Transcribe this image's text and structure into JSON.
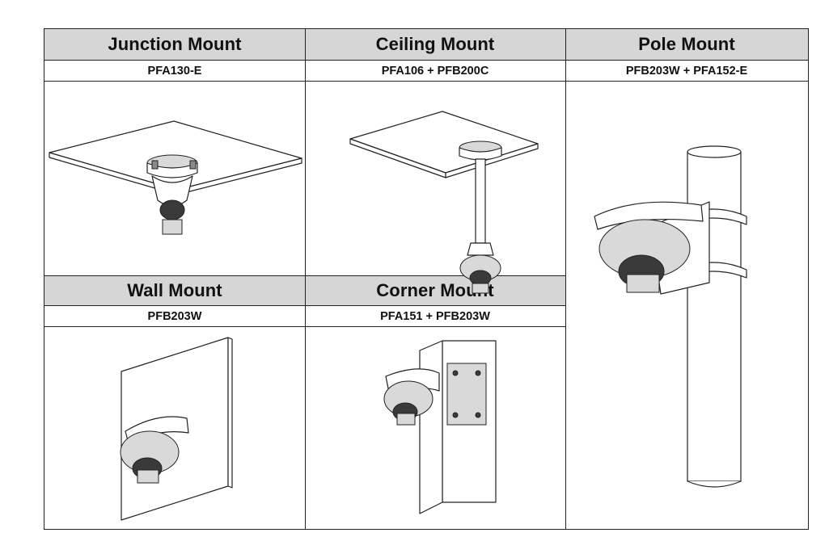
{
  "mounts": {
    "junction": {
      "title": "Junction Mount",
      "model": "PFA130-E"
    },
    "ceiling": {
      "title": "Ceiling Mount",
      "model": "PFA106 + PFB200C"
    },
    "pole": {
      "title": "Pole Mount",
      "model": "PFB203W + PFA152-E"
    },
    "wall": {
      "title": "Wall Mount",
      "model": "PFB203W"
    },
    "corner": {
      "title": "Corner Mount",
      "model": "PFA151 + PFB203W"
    }
  },
  "colors": {
    "header_bg": "#d6d6d6",
    "border": "#222222"
  }
}
